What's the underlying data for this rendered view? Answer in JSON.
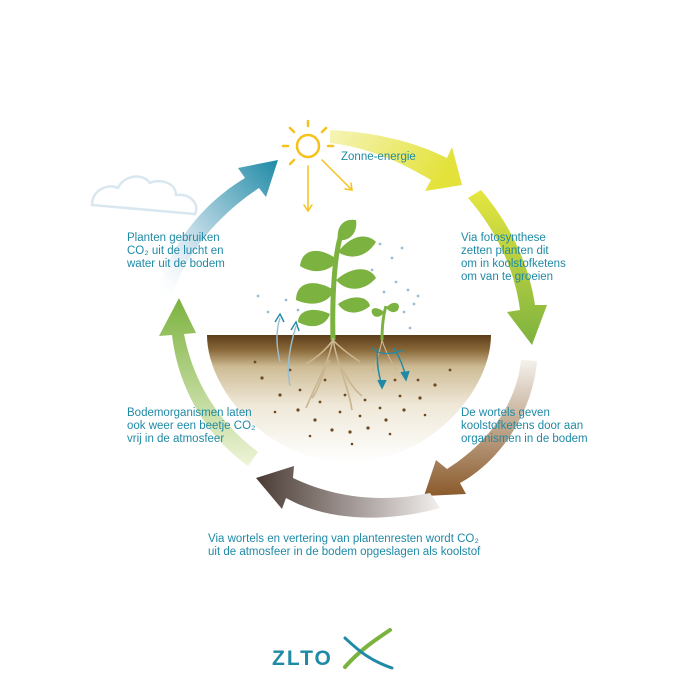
{
  "labels": {
    "sun": "Zonne-energie",
    "photosynthesis": [
      "Via fotosynthese",
      "zetten planten dit",
      "om in koolstofketens",
      "om van te groeien"
    ],
    "roots": [
      "De wortels geven",
      "koolstofketens door aan",
      "organismen in de bodem"
    ],
    "storage": [
      "Via wortels en vertering van plantenresten wordt CO₂",
      "uit de atmosfeer in de bodem opgeslagen als koolstof"
    ],
    "organisms": [
      "Bodemorganismen laten",
      "ook weer een beetje CO₂",
      "vrij in de atmosfeer"
    ],
    "plants": [
      "Planten gebruiken",
      "CO₂ uit de lucht en",
      "water uit de bodem"
    ]
  },
  "logo": {
    "text": "ZLTO"
  },
  "icons": [
    "sun-icon",
    "cloud-icon",
    "plant-icon",
    "seedling-icon",
    "soil-cross-section",
    "cycle-arrows",
    "zlto-logo"
  ],
  "colors": {
    "text": "#1f8aa6",
    "sun": "#f5c21b",
    "arrow_yellow": "#e3e23a",
    "arrow_green": "#7cb23f",
    "arrow_brown": "#8a5a2b",
    "arrow_dark": "#4a3a34",
    "arrow_blue": "#1f8aa6",
    "soil_top": "#6b4a22",
    "leaf": "#7cb23f"
  }
}
